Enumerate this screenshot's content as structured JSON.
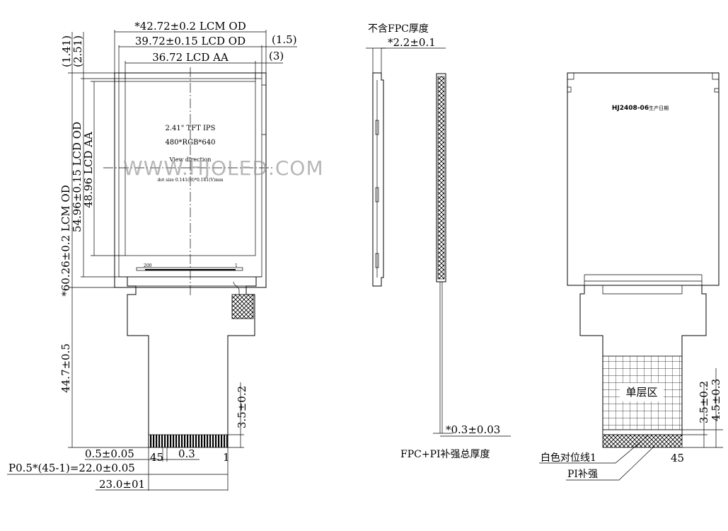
{
  "front_view": {
    "lcm_od_width": "*42.72±0.2 LCM OD",
    "lcd_od_width": "39.72±0.15 LCD OD",
    "lcd_aa_width": "36.72 LCD AA",
    "right_gap_1": "(1.5)",
    "right_gap_2": "(3)",
    "top_gap_1": "(1.41)",
    "top_gap_2": "(2.51)",
    "lcm_od_height": "*60.26±0.2 LCM OD",
    "lcd_od_height": "54.96±0.15 LCD OD",
    "lcd_aa_height": "48.96 LCD AA",
    "fpc_length": "44.7±0.5",
    "finger_length": "3.5±0.2",
    "pad_width": "0.5±0.05",
    "pad_gap": "0.3",
    "pin_first": "45",
    "pin_last": "1",
    "pitch": "P0.5*(45-1)=22.0±0.05",
    "fpc_width": "23.0±01",
    "screen_lines": [
      "2.41\" TFT IPS",
      "480*RGB*640",
      "View direction",
      "dot size 0.141(H)*0.141(V)mm"
    ],
    "connector_mark_left": "200",
    "connector_mark_right": "1"
  },
  "side_view": {
    "note_top": "不含FPC厚度",
    "thickness": "*2.2±0.1",
    "fpc_thickness": "*0.3±0.03",
    "note_bottom": "FPC+PI补强总厚度"
  },
  "back_view": {
    "label_code": "HJ2408-06",
    "label_date": "生产日期",
    "single_layer": "单层区",
    "finger_length": "3.5±0.2",
    "stiffener_length": "4.5±0.3",
    "alignment_line": "白色对位线1",
    "pin_count": "45",
    "stiffener": "PI补强"
  },
  "watermark": "WWW.HJOLED.COM"
}
